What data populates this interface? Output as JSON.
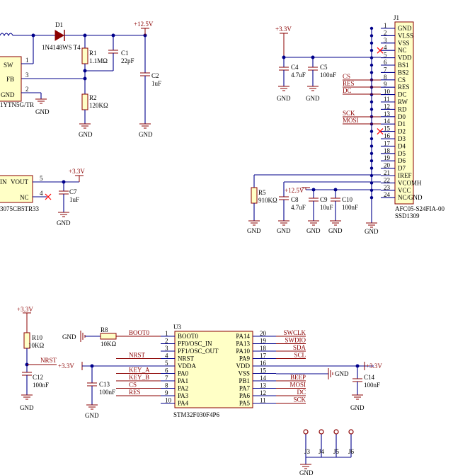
{
  "colors": {
    "wire": "#00008b",
    "part": "#8b0000",
    "body_fill": "#ffffc6",
    "text": "#000000",
    "nc_mark": "#ff0000"
  },
  "labels": {
    "gnd": "GND",
    "plus33": "+3.3V",
    "plus125": "+12.5V"
  },
  "boost": {
    "d1": "D1",
    "d1_val": "1N4148WS T4",
    "r1": "R1",
    "r1_val": "1.1MΩ",
    "c1": "C1",
    "c1_val": "22pF",
    "r2": "R2",
    "r2_val": "120KΩ",
    "c2": "C2",
    "c2_val": "1uF",
    "ic_pins": [
      "SW",
      "FB",
      "GND"
    ],
    "ic_pin_nums": [
      "1",
      "3",
      "2"
    ],
    "ic_part": "1YTN5G/TR"
  },
  "ldo": {
    "pins": [
      "IN",
      "VOUT",
      "NC"
    ],
    "pin_nums": [
      "5",
      "4"
    ],
    "part": "3075CB5TR33",
    "c7": "C7",
    "c7_val": "1uF"
  },
  "j1": {
    "ref": "J1",
    "part": "AFC05-S24FIA-00",
    "part2": "SSD1309",
    "pins": [
      "GND",
      "VLSS",
      "VSS",
      "NC",
      "VDD",
      "BS1",
      "BS2",
      "CS",
      "RES",
      "DC",
      "RW",
      "RD",
      "D0",
      "D1",
      "D2",
      "D3",
      "D4",
      "D5",
      "D6",
      "D7",
      "IREF",
      "VCOMH",
      "VCC",
      "NC/GND"
    ],
    "nums": [
      "1",
      "2",
      "3",
      "4",
      "5",
      "6",
      "7",
      "8",
      "9",
      "10",
      "11",
      "12",
      "13",
      "14",
      "15",
      "16",
      "17",
      "18",
      "19",
      "20",
      "21",
      "22",
      "23",
      "24"
    ],
    "nets": {
      "cs": "CS",
      "res": "RES",
      "dc": "DC",
      "sck": "SCK",
      "mosi": "MOSI"
    }
  },
  "caps_top": {
    "c4": "C4",
    "c4_val": "4.7uF",
    "c5": "C5",
    "c5_val": "100nF",
    "r5": "R5",
    "r5_val": "910KΩ",
    "c8": "C8",
    "c8_val": "4.7uF",
    "c9": "C9",
    "c9_val": "10uF",
    "c10": "C10",
    "c10_val": "100nF"
  },
  "mcu": {
    "ref": "U3",
    "part": "STM32F030F4P6",
    "left_pins": [
      "BOOT0",
      "PF0/OSC_IN",
      "PF1/OSC_OUT",
      "NRST",
      "VDDA",
      "PA0",
      "PA1",
      "PA2",
      "PA3",
      "PA4"
    ],
    "left_nums": [
      "1",
      "2",
      "3",
      "4",
      "5",
      "6",
      "7",
      "8",
      "9",
      "10"
    ],
    "right_pins": [
      "PA14",
      "PA13",
      "PA10",
      "PA9",
      "VDD",
      "VSS",
      "PB1",
      "PA7",
      "PA6",
      "PA5"
    ],
    "right_nums": [
      "20",
      "19",
      "18",
      "17",
      "16",
      "15",
      "14",
      "13",
      "12",
      "11"
    ],
    "left_nets": [
      "BOOT0",
      "",
      "",
      "NRST",
      "",
      "KEY_A",
      "KEY_B",
      "CS",
      "RES",
      ""
    ],
    "right_nets": [
      "SWCLK",
      "SWDIO",
      "SDA",
      "SCL",
      "",
      "",
      "BEEP",
      "MOSI",
      "DC",
      "SCK"
    ],
    "r8": "R8",
    "r8_val": "10KΩ",
    "r10": "R10",
    "r10_val": "10KΩ",
    "c12": "C12",
    "c12_val": "100nF",
    "c13": "C13",
    "c13_val": "100nF",
    "c14": "C14",
    "c14_val": "100nF",
    "nrst": "NRST"
  },
  "jumpers": [
    "J3",
    "J4",
    "J5",
    "J6"
  ]
}
